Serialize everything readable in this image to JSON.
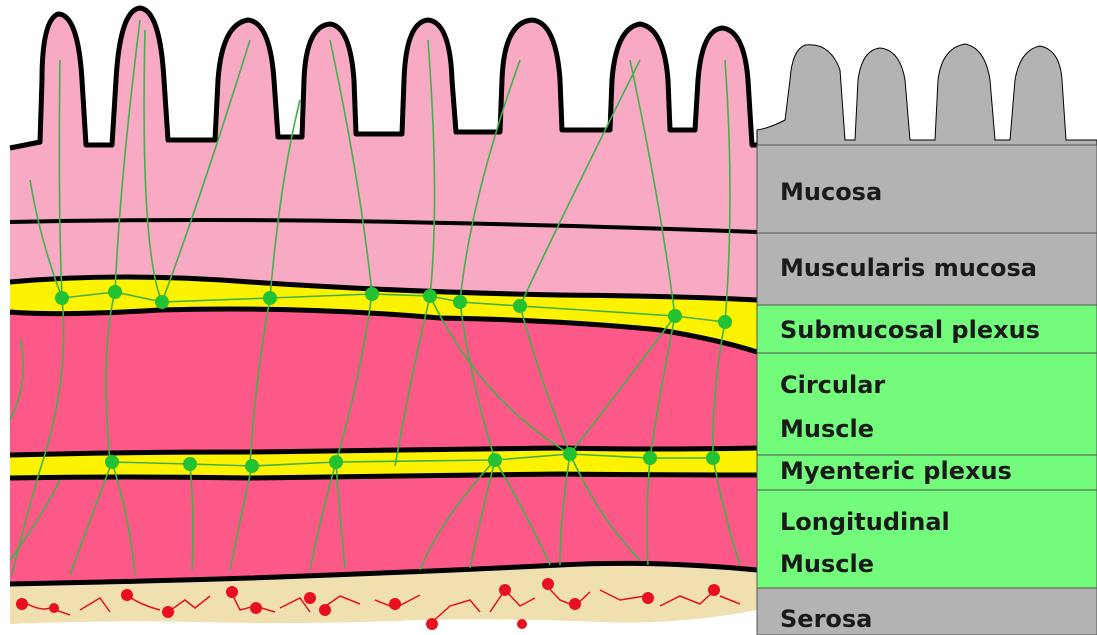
{
  "diagram": {
    "labels": {
      "mucosa": "Mucosa",
      "muscularis_mucosa": "Muscularis mucosa",
      "submucosal_plexus": "Submucosal plexus",
      "circular_muscle_line1": "Circular",
      "circular_muscle_line2": "Muscle",
      "myenteric_plexus": "Myenteric plexus",
      "longitudinal_muscle_line1": "Longitudinal",
      "longitudinal_muscle_line2": "Muscle",
      "serosa": "Serosa"
    },
    "legend_colors": {
      "mucosa": "#b3b3b3",
      "muscularis_mucosa": "#b3b3b3",
      "submucosal_plexus": "#73fc7c",
      "circular_muscle": "#73fc7c",
      "myenteric_plexus": "#73fc7c",
      "longitudinal_muscle": "#73fc7c",
      "serosa": "#b3b3b3"
    },
    "tissue_colors": {
      "mucosa": "#f8a9c4",
      "plexus": "#fdf200",
      "muscle": "#fc5989",
      "serosa": "#f0e0b0",
      "nerve": "#3fb24a",
      "ganglion": "#22c233",
      "vessel": "#e8101e",
      "outline": "#000000"
    }
  }
}
